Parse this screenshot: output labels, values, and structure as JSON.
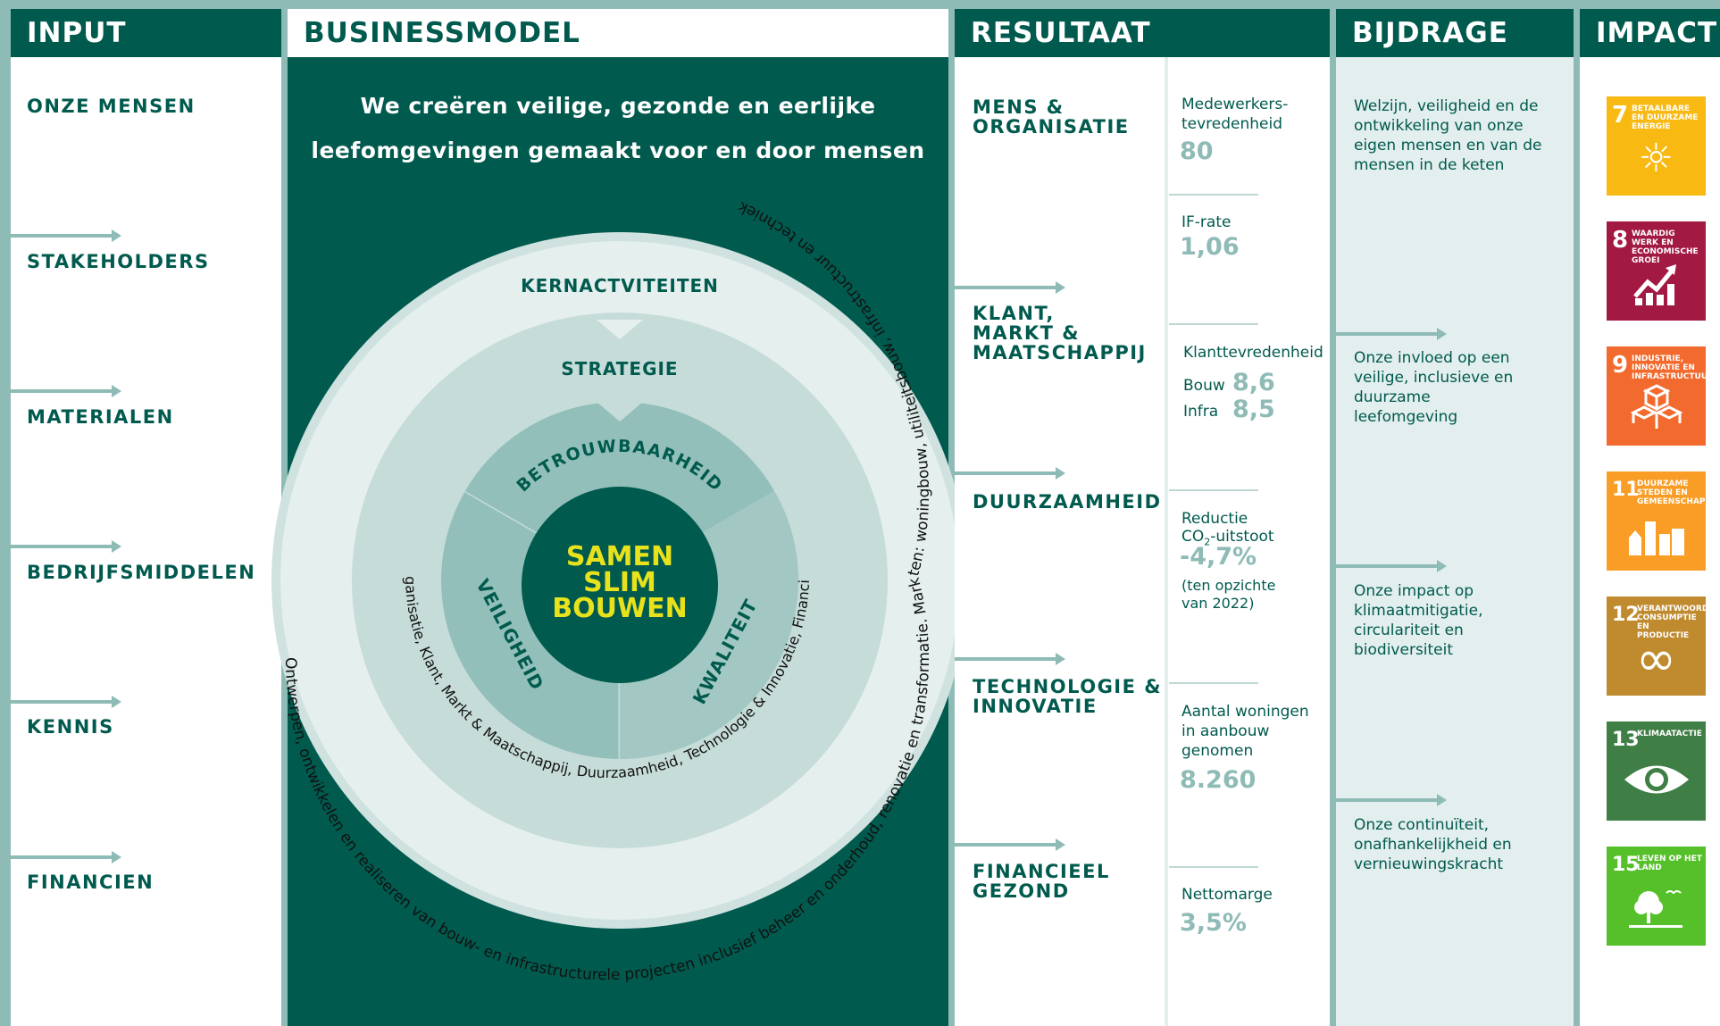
{
  "input": {
    "header": "INPUT",
    "items": [
      "ONZE MENSEN",
      "STAKEHOLDERS",
      "MATERIALEN",
      "BEDRIJFSMIDDELEN",
      "KENNIS",
      "FINANCIEN"
    ]
  },
  "businessmodel": {
    "header": "BUSINESSMODEL",
    "tagline1": "We creëren veilige, gezonde en eerlijke",
    "tagline2": "leefomgevingen gemaakt voor en door mensen",
    "ring_kern": "KERNACTVITEITEN",
    "ring_strategie": "STRATEGIE",
    "segment_top": "BETROUWBAARHEID",
    "segment_left": "VEILIGHEID",
    "segment_right": "KWALITEIT",
    "center": [
      "SAMEN",
      "SLIM",
      "BOUWEN"
    ],
    "outer_text": "Ontwerpen, ontwikkelen en realiseren van bouw- en infrastructurele projecten inclusief beheer en onderhoud, renovatie en transformatie. Markten: woningbouw, utiliteitsbouw, infrastructuur en techniek",
    "middle_text": "Mens & Organisatie, Klant, Markt & Maatschappij, Duurzaamheid, Technologie & Innovatie, Financieel gezond"
  },
  "resultaat": {
    "header": "RESULTAAT",
    "themes": [
      "MENS &\nORGANISATIE",
      "KLANT,\nMARKT &\nMAATSCHAPPIJ",
      "DUURZAAMHEID",
      "TECHNOLOGIE &\nINNOVATIE",
      "FINANCIEEL\nGEZOND"
    ],
    "kpis": {
      "medewerkers_label": "Medewerkers-\ntevredenheid",
      "medewerkers_value": "80",
      "ifrate_label": "IF-rate",
      "ifrate_value": "1,06",
      "klant_label": "Klanttevredenheid",
      "bouw_label": "Bouw",
      "bouw_value": "8,6",
      "infra_label": "Infra",
      "infra_value": "8,5",
      "reductie_label": "Reductie",
      "co2_label": "CO",
      "co2_sub": "2",
      "co2_suffix": "-uitstoot",
      "co2_value": "-4,7%",
      "co2_note": "(ten opzichte\nvan 2022)",
      "woningen_label": "Aantal woningen\nin aanbouw\ngenomen",
      "woningen_value": "8.260",
      "netto_label": "Nettomarge",
      "netto_value": "3,5%"
    }
  },
  "bijdrage": {
    "header": "BIJDRAGE",
    "items": [
      "Welzijn, veiligheid en de ontwikkeling van onze eigen mensen en van de mensen in de keten",
      "Onze invloed op een veilige, inclusieve en duurzame leefomgeving",
      "Onze impact op klimaatmitigatie, circulariteit en biodiversiteit",
      "Onze continuïteit, onafhankelijkheid en vernieuwingskracht"
    ]
  },
  "impact": {
    "header": "IMPACT",
    "sdgs": [
      {
        "num": "7",
        "label": "BETAALBARE EN DUURZAME ENERGIE",
        "color": "#f8b913",
        "icon": "sun-icon"
      },
      {
        "num": "8",
        "label": "WAARDIG WERK EN ECONOMISCHE GROEI",
        "color": "#a21942",
        "icon": "growth-chart-icon"
      },
      {
        "num": "9",
        "label": "INDUSTRIE, INNOVATIE EN INFRASTRUCTUUR",
        "color": "#f26a2d",
        "icon": "cubes-icon"
      },
      {
        "num": "11",
        "label": "DUURZAME STEDEN EN GEMEENSCHAPPEN",
        "color": "#f99d26",
        "icon": "city-icon"
      },
      {
        "num": "12",
        "label": "VERANTWOORDE CONSUMPTIE EN PRODUCTIE",
        "color": "#bf8b2e",
        "icon": "infinity-icon"
      },
      {
        "num": "13",
        "label": "KLIMAATACTIE",
        "color": "#3f7e44",
        "icon": "eye-globe-icon"
      },
      {
        "num": "15",
        "label": "LEVEN OP HET LAND",
        "color": "#56c02b",
        "icon": "tree-icon"
      }
    ]
  },
  "colors": {
    "dark_green": "#005a4e",
    "teal": "#8fbbb6",
    "pale": "#e3efee",
    "yellow": "#e7e21b"
  }
}
